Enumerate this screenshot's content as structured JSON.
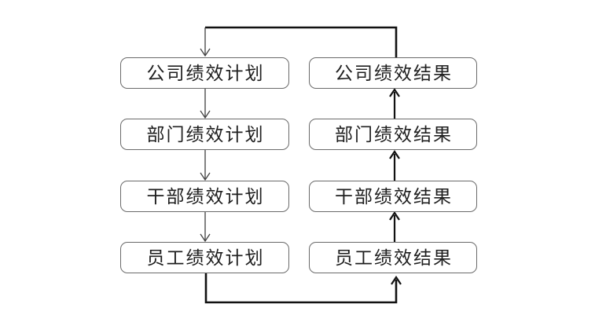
{
  "flowchart": {
    "left_column": {
      "name": "performance-plan-chain",
      "flow_direction": "top-to-bottom",
      "items": [
        {
          "label": "公司绩效计划"
        },
        {
          "label": "部门绩效计划"
        },
        {
          "label": "干部绩效计划"
        },
        {
          "label": "员工绩效计划"
        }
      ]
    },
    "right_column": {
      "name": "performance-result-chain",
      "flow_direction": "bottom-to-top",
      "items": [
        {
          "label": "公司绩效结果"
        },
        {
          "label": "部门绩效结果"
        },
        {
          "label": "干部绩效结果"
        },
        {
          "label": "员工绩效结果"
        }
      ]
    },
    "connectors": {
      "top_feedback": "公司绩效结果 → 公司绩效计划",
      "bottom_link": "员工绩效计划 → 员工绩效结果"
    },
    "colors": {
      "background": "#ffffff",
      "box_border": "#6a6a6a",
      "text": "#1f1f1f",
      "arrow_thin": "#3f3f3f",
      "arrow_thick": "#111111"
    }
  }
}
